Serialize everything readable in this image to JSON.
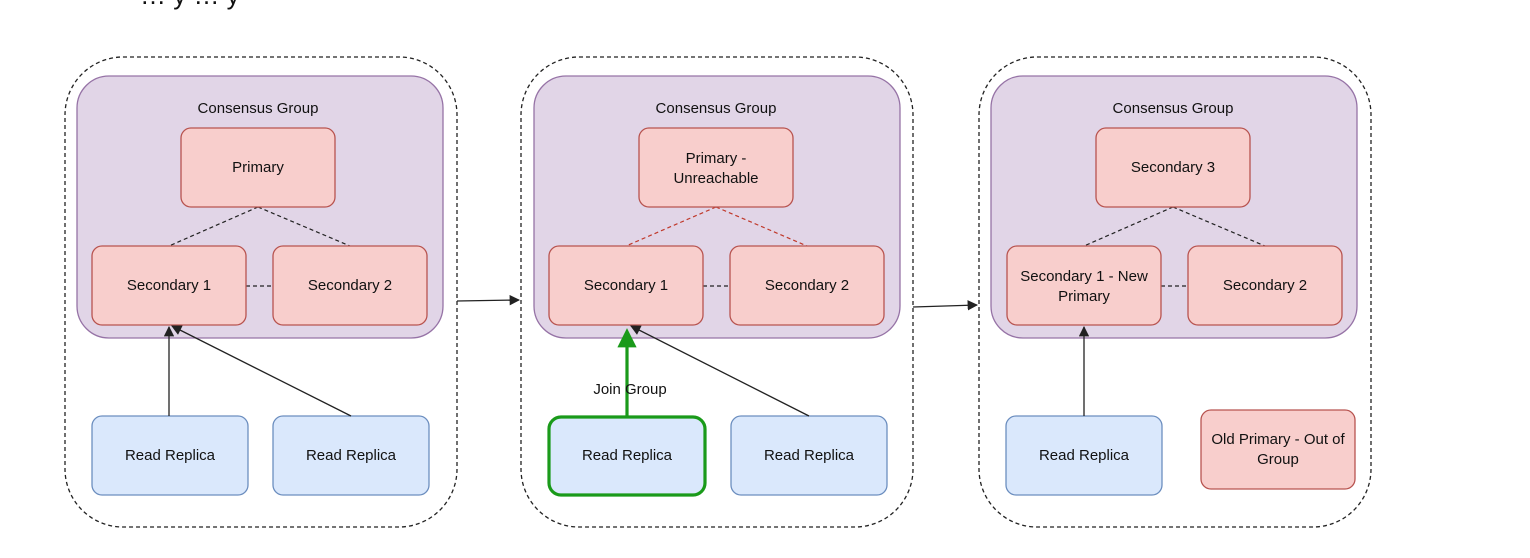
{
  "top_fragment": "… y … y",
  "panels": [
    {
      "group_title": "Consensus Group",
      "top_node": [
        "Primary"
      ],
      "secondary_left": [
        "Secondary 1"
      ],
      "secondary_right": [
        "Secondary 2"
      ],
      "replica_left": [
        "Read Replica"
      ],
      "replica_right": [
        "Read Replica"
      ]
    },
    {
      "group_title": "Consensus Group",
      "top_node": [
        "Primary -",
        "Unreachable"
      ],
      "secondary_left": [
        "Secondary 1"
      ],
      "secondary_right": [
        "Secondary 2"
      ],
      "replica_left": [
        "Read Replica"
      ],
      "replica_right": [
        "Read Replica"
      ],
      "join_label": "Join Group"
    },
    {
      "group_title": "Consensus Group",
      "top_node": [
        "Secondary 3"
      ],
      "secondary_left": [
        "Secondary 1 - New",
        "Primary"
      ],
      "secondary_right": [
        "Secondary 2"
      ],
      "replica_left": [
        "Read Replica"
      ],
      "old_primary": [
        "Old Primary - Out of",
        "Group"
      ]
    }
  ],
  "colors": {
    "group_fill": "#e1d5e7",
    "group_stroke": "#9673a6",
    "node_fill": "#f8cecc",
    "node_stroke": "#b85450",
    "replica_fill": "#dae8fc",
    "replica_stroke": "#6c8ebf",
    "highlight": "#1a9a1a",
    "failure_link": "#c0392b",
    "link": "#222222"
  }
}
